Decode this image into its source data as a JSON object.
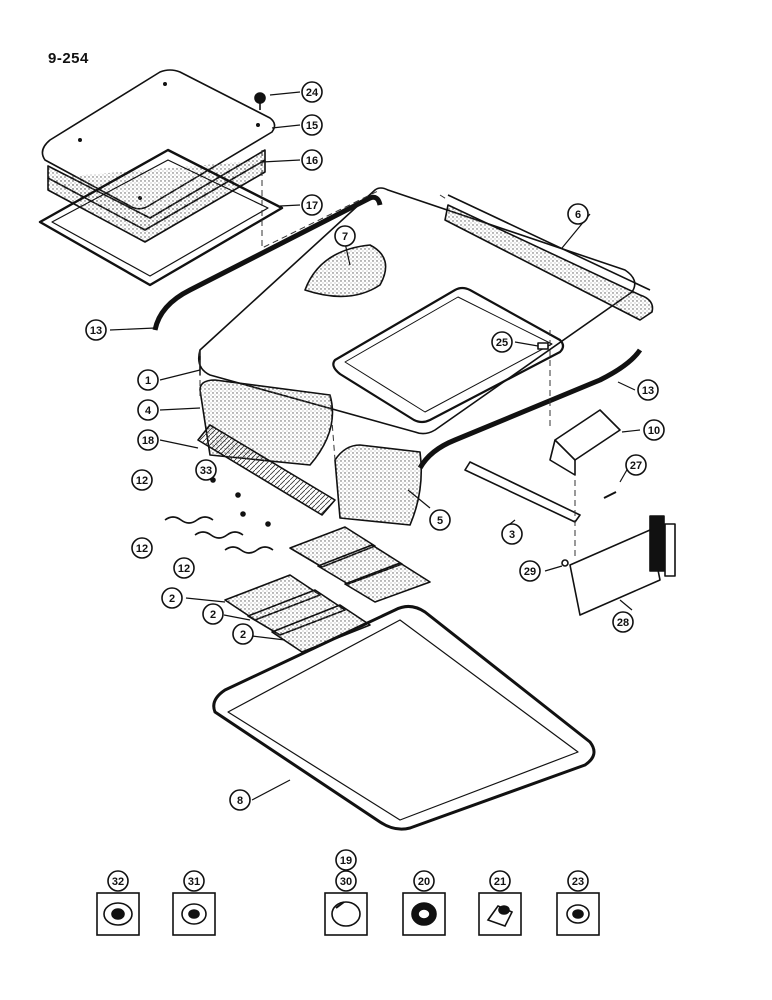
{
  "page_number": "9-254",
  "callouts": [
    {
      "id": "c24",
      "label": "24"
    },
    {
      "id": "c15",
      "label": "15"
    },
    {
      "id": "c16",
      "label": "16"
    },
    {
      "id": "c17",
      "label": "17"
    },
    {
      "id": "c6",
      "label": "6"
    },
    {
      "id": "c7",
      "label": "7"
    },
    {
      "id": "c13a",
      "label": "13"
    },
    {
      "id": "c25",
      "label": "25"
    },
    {
      "id": "c1",
      "label": "1"
    },
    {
      "id": "c13b",
      "label": "13"
    },
    {
      "id": "c4",
      "label": "4"
    },
    {
      "id": "c10",
      "label": "10"
    },
    {
      "id": "c18",
      "label": "18"
    },
    {
      "id": "c27",
      "label": "27"
    },
    {
      "id": "c33",
      "label": "33"
    },
    {
      "id": "c12a",
      "label": "12"
    },
    {
      "id": "c5",
      "label": "5"
    },
    {
      "id": "c3",
      "label": "3"
    },
    {
      "id": "c12b",
      "label": "12"
    },
    {
      "id": "c12c",
      "label": "12"
    },
    {
      "id": "c29",
      "label": "29"
    },
    {
      "id": "c2a",
      "label": "2"
    },
    {
      "id": "c28",
      "label": "28"
    },
    {
      "id": "c2b",
      "label": "2"
    },
    {
      "id": "c2c",
      "label": "2"
    },
    {
      "id": "c8",
      "label": "8"
    },
    {
      "id": "c19",
      "label": "19"
    },
    {
      "id": "c32",
      "label": "32"
    },
    {
      "id": "c31",
      "label": "31"
    },
    {
      "id": "c30",
      "label": "30"
    },
    {
      "id": "c20",
      "label": "20"
    },
    {
      "id": "c21",
      "label": "21"
    },
    {
      "id": "c23",
      "label": "23"
    }
  ]
}
